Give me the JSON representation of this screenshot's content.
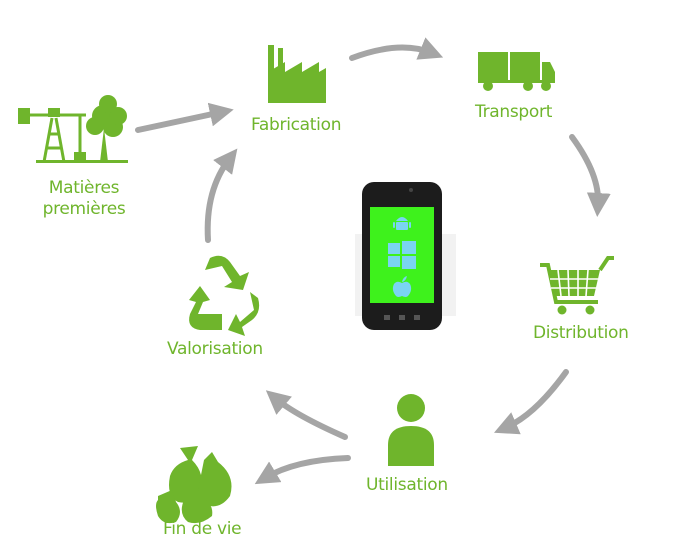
{
  "colors": {
    "accent": "#6fb52c",
    "arrow": "#a5a5a5",
    "screen": "#3ef21c"
  },
  "stages": {
    "raw_materials": {
      "label": "Matières premières",
      "icon": "oil-pump-and-tree-icon"
    },
    "manufacturing": {
      "label": "Fabrication",
      "icon": "factory-icon"
    },
    "transport": {
      "label": "Transport",
      "icon": "truck-icon"
    },
    "distribution": {
      "label": "Distribution",
      "icon": "shopping-cart-icon"
    },
    "usage": {
      "label": "Utilisation",
      "icon": "person-icon"
    },
    "recovery": {
      "label": "Valorisation",
      "icon": "recycle-icon"
    },
    "end_of_life": {
      "label": "Fin de vie",
      "icon": "garbage-bags-icon"
    }
  },
  "center": {
    "icon": "smartphone-icon",
    "os_icons": [
      "android-icon",
      "windows-icon",
      "apple-icon"
    ]
  }
}
